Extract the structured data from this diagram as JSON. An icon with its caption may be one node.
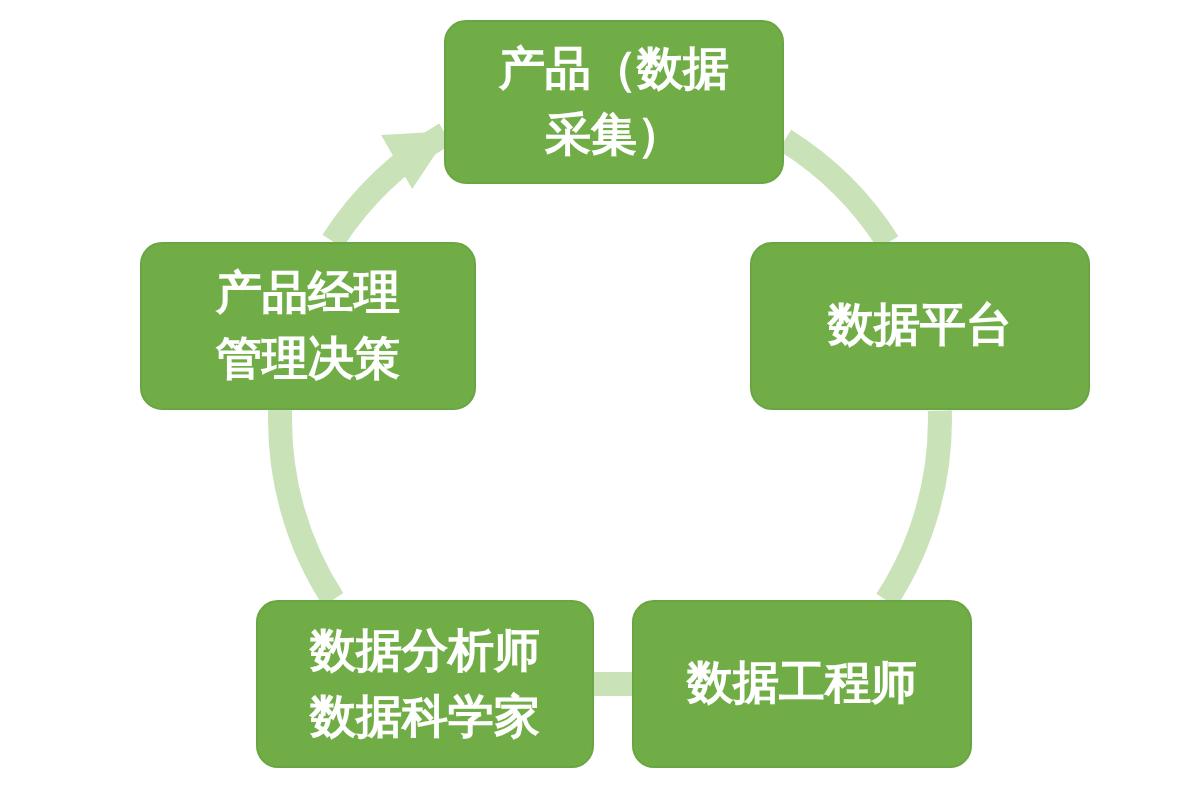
{
  "diagram": {
    "nodes": [
      {
        "text": [
          "产品（数据采集）"
        ]
      },
      {
        "text": [
          "产品经理管理决策"
        ]
      },
      {
        "text": [
          "数据平台"
        ]
      },
      {
        "text": [
          "数据分析师数据科学家"
        ]
      },
      {
        "text": [
          "数据工程师"
        ]
      }
    ],
    "edges": [
      {
        "from": 0,
        "to": 2,
        "arrow": "none"
      },
      {
        "from": 2,
        "to": 4,
        "arrow": "none"
      },
      {
        "from": 4,
        "to": 3,
        "arrow": "none"
      },
      {
        "from": 3,
        "to": 1,
        "arrow": "none"
      },
      {
        "from": 1,
        "to": 0,
        "arrow": "to"
      }
    ]
  }
}
